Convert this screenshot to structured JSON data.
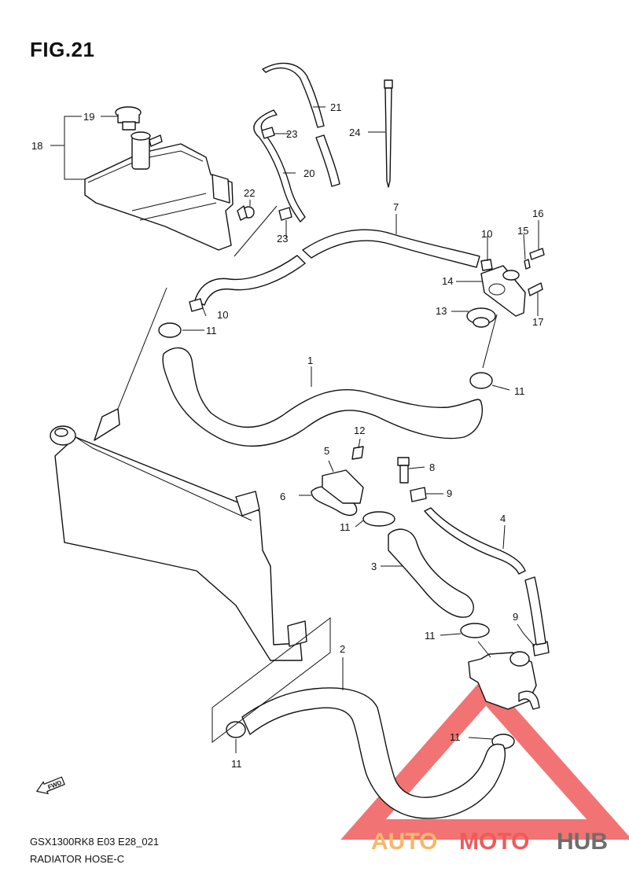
{
  "figure": {
    "title": "FIG.21",
    "model_code": "GSX1300RK8 E03 E28_021",
    "section_name": "RADIATOR HOSE-C"
  },
  "fwd_label": "FWD",
  "watermark": {
    "text_part1": "AUTO",
    "text_part2": "MOTO",
    "text_part3": "HUB",
    "color_orange": "#f5b86a",
    "color_red": "#ef5a5a",
    "color_gray": "#6d6d6d"
  },
  "callouts": {
    "c1": "1",
    "c2": "2",
    "c3": "3",
    "c4": "4",
    "c5": "5",
    "c6": "6",
    "c7": "7",
    "c8": "8",
    "c9a": "9",
    "c9b": "9",
    "c10a": "10",
    "c10b": "10",
    "c11a": "11",
    "c11b": "11",
    "c11c": "11",
    "c11d": "11",
    "c11e": "11",
    "c11f": "11",
    "c12": "12",
    "c13": "13",
    "c14": "14",
    "c15": "15",
    "c16": "16",
    "c17": "17",
    "c18": "18",
    "c19": "19",
    "c20": "20",
    "c21": "21",
    "c22": "22",
    "c23a": "23",
    "c23b": "23",
    "c24": "24"
  }
}
